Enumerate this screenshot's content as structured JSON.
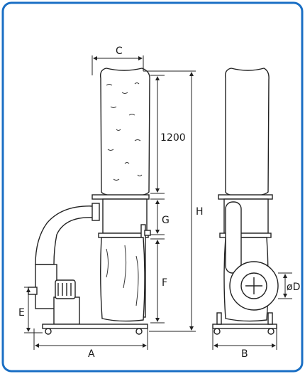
{
  "frame": {
    "border_color": "#1a6fc4"
  },
  "labels": {
    "c": "C",
    "len_1200": "1200",
    "g": "G",
    "h": "H",
    "f": "F",
    "e": "E",
    "a": "A",
    "b": "B",
    "d": "øD"
  },
  "colors": {
    "line": "#222222",
    "fill": "#ffffff"
  }
}
